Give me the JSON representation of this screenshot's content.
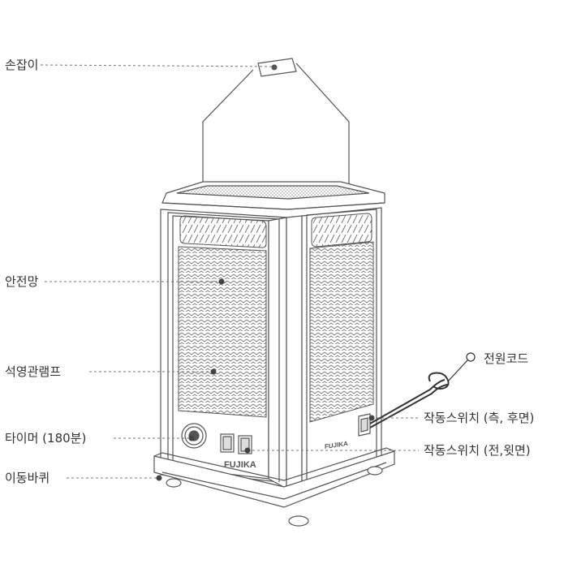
{
  "callouts": {
    "handle": "손잡이",
    "safety_grille": "안전망",
    "quartz_lamp": "석영관램프",
    "timer": "타이머 (180분)",
    "wheels": "이동바퀴",
    "power_cord": "전원코드",
    "switch_side_rear": "작동스위치 (측, 후면)",
    "switch_front_top": "작동스위치 (전,윗면)"
  },
  "brand": {
    "logo_text": "FUJIKA"
  },
  "colors": {
    "line": "#555555",
    "leader": "#777777",
    "dot": "#444444",
    "text": "#333333"
  }
}
